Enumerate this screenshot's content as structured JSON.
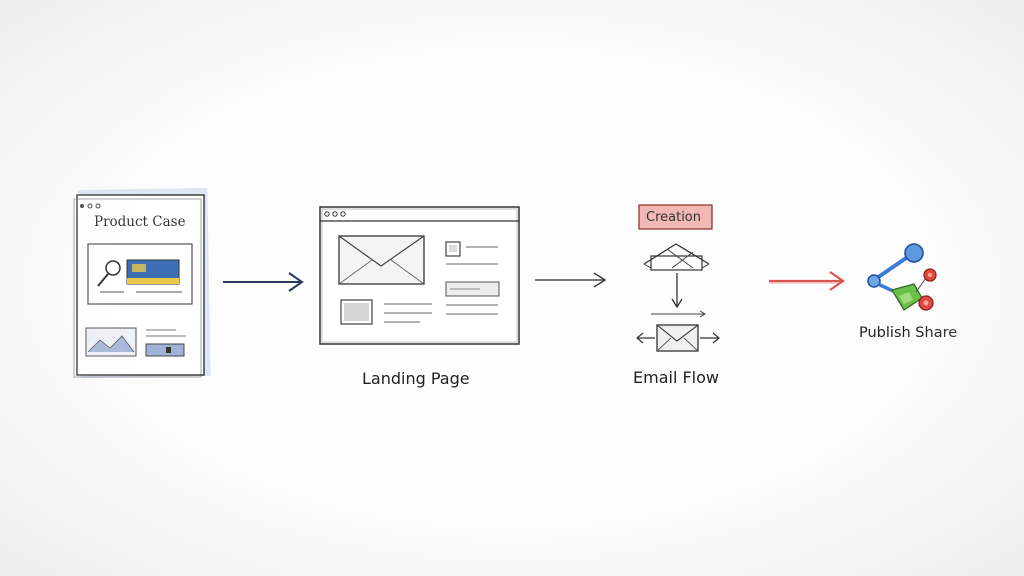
{
  "stages": {
    "product_case": {
      "label": "Product Case",
      "arrow_color": "#2b3a5c"
    },
    "landing_page": {
      "label": "Landing Page",
      "arrow_color": "#444444"
    },
    "email_flow": {
      "label": "Email Flow",
      "tag": "Creation",
      "tag_color": "#f2b8b4"
    },
    "publish_share": {
      "label": "Publish Share",
      "arrow_color": "#d9534f",
      "icon_colors": [
        "#3a7bd5",
        "#6cc04a",
        "#e0433a"
      ]
    }
  }
}
